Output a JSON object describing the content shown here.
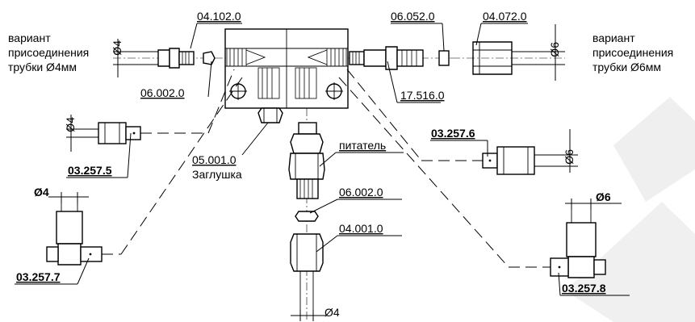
{
  "labels": {
    "p_04_102_0": "04.102.0",
    "p_06_052_0": "06.052.0",
    "p_04_072_0": "04.072.0",
    "p_06_002_0_top": "06.002.0",
    "p_17_516_0": "17.516.0",
    "p_03_257_5": "03.257.5",
    "p_03_257_6": "03.257.6",
    "p_05_001_0": "05.001.0",
    "plug": "Заглушка",
    "feeder": "питатель",
    "p_06_002_0_mid": "06.002.0",
    "p_04_001_0": "04.001.0",
    "p_03_257_7": "03.257.7",
    "p_03_257_8": "03.257.8"
  },
  "notes": {
    "left_variant": [
      "вариант",
      "присоединения",
      "трубки Ø4мм"
    ],
    "right_variant": [
      "вариант",
      "присоединения",
      "трубки Ø6мм"
    ]
  },
  "dimensions": {
    "d4_top": "Ø4",
    "d6_top": "Ø6",
    "d4_left": "Ø4",
    "d6_right": "Ø6",
    "d4_elbow_left": "Ø4",
    "d6_elbow_right": "Ø6",
    "d4_bottom": "Ø4"
  },
  "colors": {
    "ink": "#000000",
    "paper": "#ffffff",
    "watermark": "#e6e6e6"
  }
}
